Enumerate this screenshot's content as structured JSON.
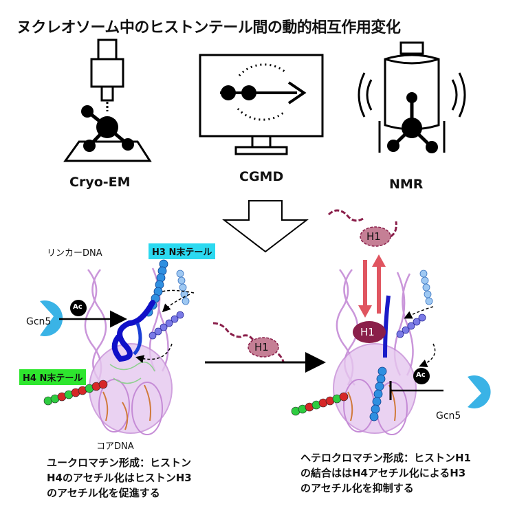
{
  "title": "ヌクレオソーム中のヒストンテール間の動的相互作用変化",
  "methods": {
    "cryo_em": "Cryo-EM",
    "cgmd": "CGMD",
    "nmr": "NMR"
  },
  "labels": {
    "linker_dna": "リンカーDNA",
    "h3_tail": "H3 N末テール",
    "h4_tail": "H4 N末テール",
    "core_dna": "コアDNA",
    "gcn5_left": "Gcn5",
    "gcn5_right": "Gcn5",
    "ac_left": "Ac",
    "ac_right": "Ac",
    "h1_top": "H1",
    "h1_middle": "H1",
    "h1_bound": "H1"
  },
  "captions": {
    "left": [
      "ユークロマチン形成：ヒストン",
      "H4のアセチル化はヒストンH3",
      "のアセチル化を促進する"
    ],
    "right": [
      "ヘテロクロマチン形成：ヒストンH1",
      "の結合ははH4アセチル化によるH3",
      "のアセチル化を抑制する"
    ]
  },
  "colors": {
    "h1": "#b0607c",
    "h1_dark": "#8a1f4a",
    "gcn5": "#3ab3e6",
    "dna": "#c58bd6",
    "h3": "#2a6fd6",
    "arrow_red": "#e05560"
  }
}
